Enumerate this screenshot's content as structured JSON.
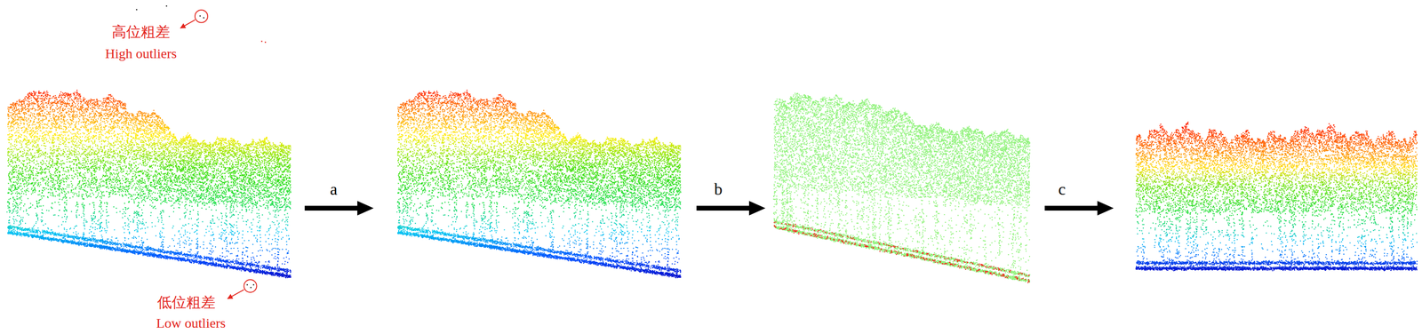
{
  "diagram": {
    "labels": [
      "高位粗差",
      "High outliers",
      "a",
      "b",
      "c",
      "低位粗差",
      "Low outliers"
    ]
  }
}
